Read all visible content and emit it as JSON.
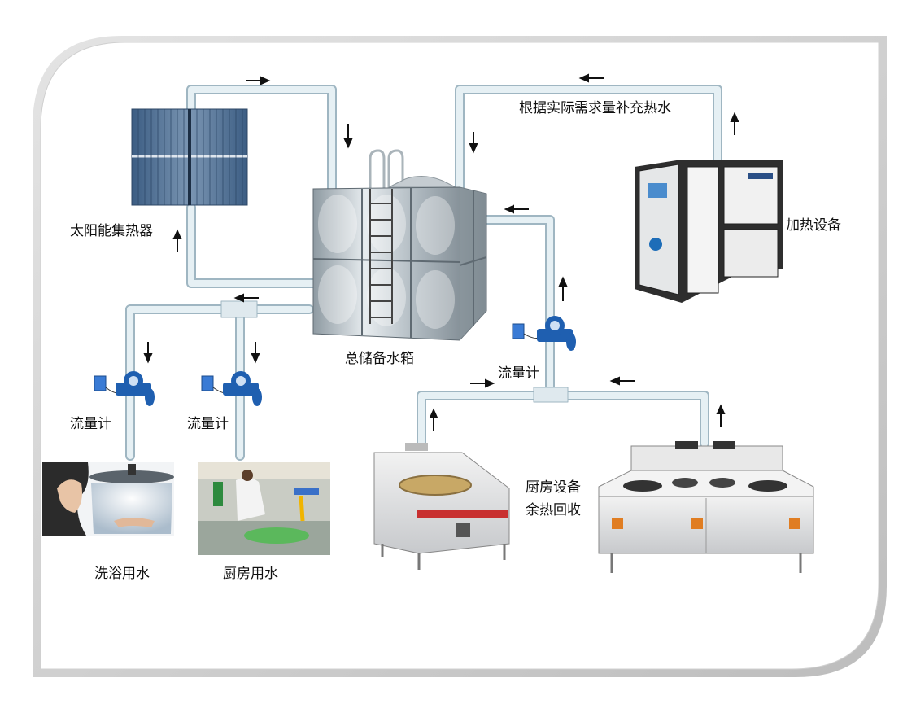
{
  "labels": {
    "solar_collector": "太阳能集热器",
    "supplement_heat": "根据实际需求量补充热水",
    "heating_equipment": "加热设备",
    "main_tank": "总储备水箱",
    "flowmeter_left": "流量计",
    "flowmeter_middle": "流量计",
    "flowmeter_right": "流量计",
    "bath_water": "洗浴用水",
    "kitchen_water": "厨房用水",
    "kitchen_equipment": "厨房设备",
    "waste_heat_recovery": "余热回收"
  },
  "colors": {
    "pipe": "#cfe2ea",
    "pipe_edge": "#9fb6c2",
    "meter_blue": "#1f5fb0",
    "frame_edge": "#cfcfcf"
  }
}
